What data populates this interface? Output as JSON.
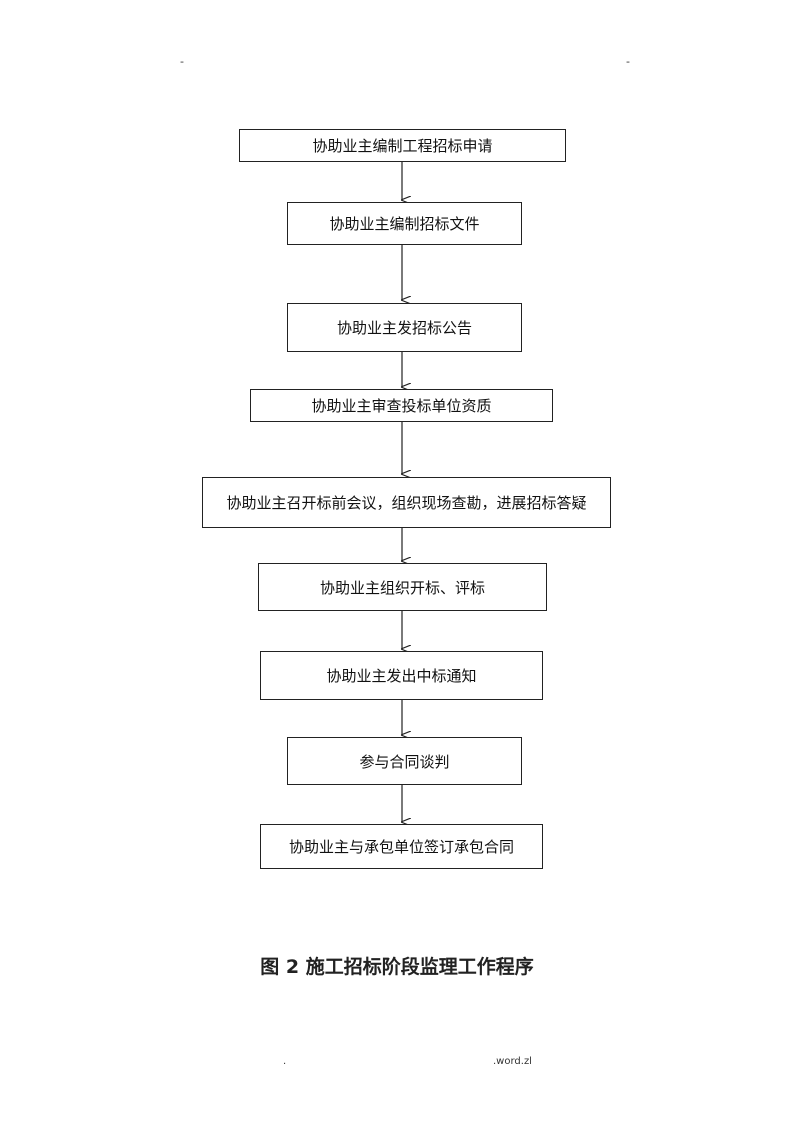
{
  "header": {
    "left_mark": "-",
    "right_mark": "-"
  },
  "flow": {
    "steps": [
      "协助业主编制工程招标申请",
      "协助业主编制招标文件",
      "协助业主发招标公告",
      "协助业主审查投标单位资质",
      "协助业主召开标前会议，组织现场查勘，进展招标答疑",
      "协助业主组织开标、评标",
      "协助业主发出中标通知",
      "参与合同谈判",
      "协助业主与承包单位签订承包合同"
    ]
  },
  "caption": "图 2 施工招标阶段监理工作程序",
  "footer": {
    "left": ".",
    "right": ".word.zl"
  }
}
